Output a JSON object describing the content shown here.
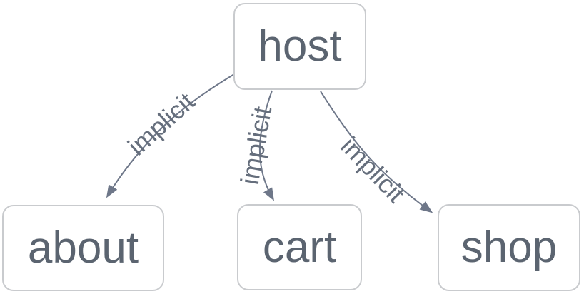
{
  "diagram": {
    "type": "graph",
    "nodes": [
      {
        "id": "host",
        "label": "host"
      },
      {
        "id": "about",
        "label": "about"
      },
      {
        "id": "cart",
        "label": "cart"
      },
      {
        "id": "shop",
        "label": "shop"
      }
    ],
    "edges": [
      {
        "from": "host",
        "to": "about",
        "label": "implicit",
        "style": "curved-arrow"
      },
      {
        "from": "host",
        "to": "cart",
        "label": "implicit",
        "style": "curved-arrow"
      },
      {
        "from": "host",
        "to": "shop",
        "label": "implicit",
        "style": "curved-arrow"
      }
    ],
    "colors": {
      "background": "#ffffff",
      "node_fill": "#ffffff",
      "node_border": "#c9cbce",
      "node_text": "#5b6470",
      "edge_stroke": "#6e7789",
      "edge_label_text": "#656e7c"
    }
  }
}
